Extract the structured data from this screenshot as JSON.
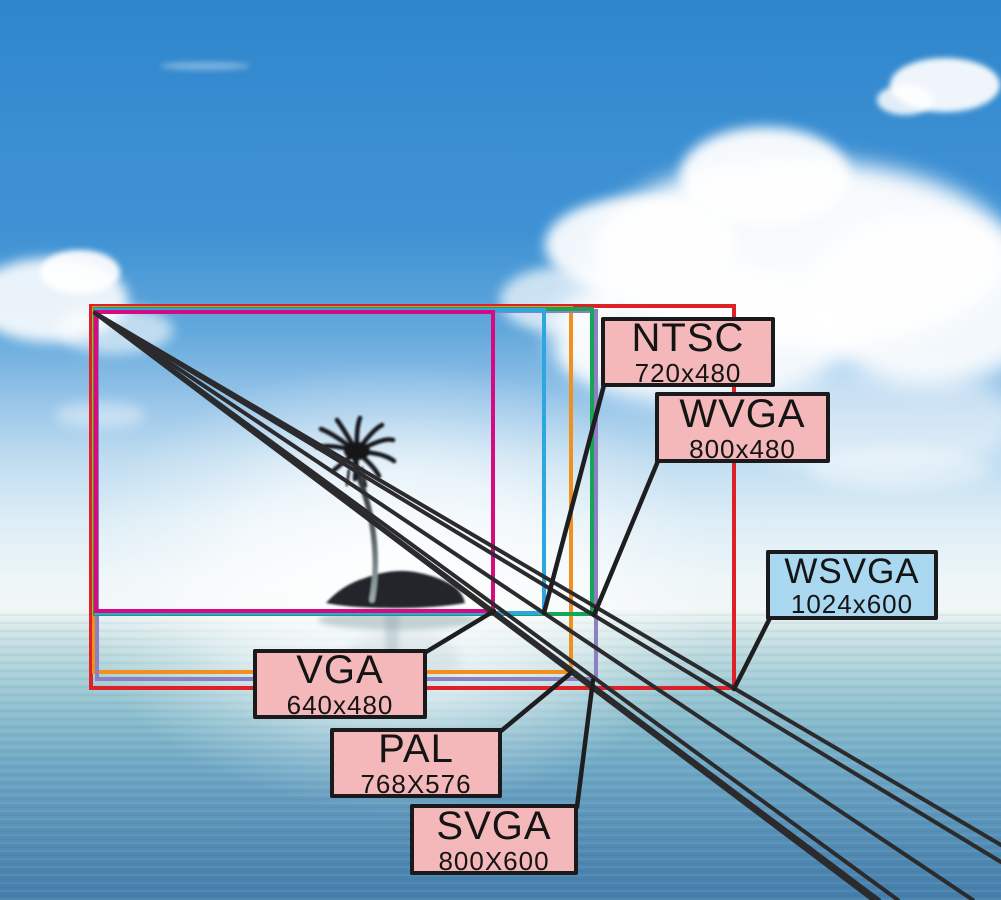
{
  "diagram": {
    "description": "Screen resolution comparison overlaid on island photo",
    "background": {
      "sky_top": "#2e86cb",
      "sky_horizon": "#f2f7f7",
      "ocean_deep": "#447eab",
      "fan_line_color": "#2b2b2e"
    },
    "resolutions": [
      {
        "id": "ntsc",
        "name": "NTSC",
        "resolution": "720x480",
        "outline_color": "#2ea7e0",
        "label_fill": "#f4b8bb"
      },
      {
        "id": "wvga",
        "name": "WVGA",
        "resolution": "800x480",
        "outline_color": "#16a456",
        "label_fill": "#f4b8bb"
      },
      {
        "id": "wsvga",
        "name": "WSVGA",
        "resolution": "1024x600",
        "outline_color": "#dd2127",
        "label_fill": "#a9d8f0"
      },
      {
        "id": "vga",
        "name": "VGA",
        "resolution": "640x480",
        "outline_color": "#d60b84",
        "label_fill": "#f4b8bb"
      },
      {
        "id": "pal",
        "name": "PAL",
        "resolution": "768X576",
        "outline_color": "#f2901d",
        "label_fill": "#f4b8bb"
      },
      {
        "id": "svga",
        "name": "SVGA",
        "resolution": "800X600",
        "outline_color": "#8d80c0",
        "label_fill": "#f4b8bb"
      }
    ]
  }
}
